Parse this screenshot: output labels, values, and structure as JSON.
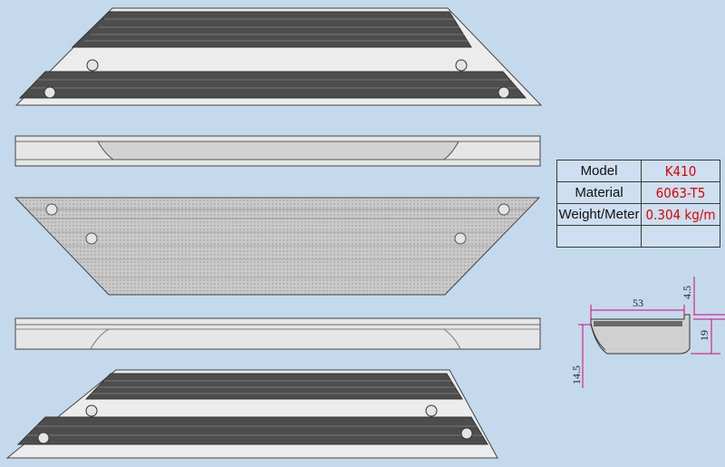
{
  "spec_table": {
    "rows": [
      {
        "label": "Model",
        "value": "K410"
      },
      {
        "label": "Material",
        "value": "6063-T5"
      },
      {
        "label": "Weight/Meter",
        "value": "0.304 kg/m"
      },
      {
        "label": "",
        "value": ""
      }
    ]
  },
  "dimensions": {
    "width": "53",
    "lip_height": "4.5",
    "height": "19",
    "depth": "14.5"
  },
  "colors": {
    "background": "#c5d9ec",
    "dark_stripe": "#4a4a4a",
    "value_text": "#e00000",
    "dimension_line": "#e0007a"
  }
}
